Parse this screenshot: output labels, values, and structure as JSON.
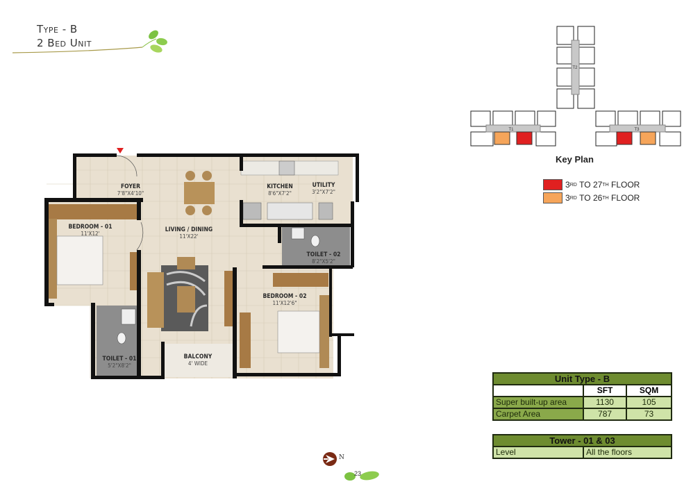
{
  "header": {
    "type_label": "Type - B",
    "unit_label": "2 Bed Unit"
  },
  "rooms": [
    {
      "name": "FOYER",
      "dim": "7'8\"X4'10\""
    },
    {
      "name": "KITCHEN",
      "dim": "8'6\"X7'2\""
    },
    {
      "name": "UTILITY",
      "dim": "3'2\"X7'2\""
    },
    {
      "name": "BEDROOM - 01",
      "dim": "11'X12'"
    },
    {
      "name": "LIVING / DINING",
      "dim": "11'X22'"
    },
    {
      "name": "TOILET - 02",
      "dim": "8'2\"X5'2\""
    },
    {
      "name": "BEDROOM - 02",
      "dim": "11'X12'6\""
    },
    {
      "name": "TOILET - 01",
      "dim": "5'2\"X8'2\""
    },
    {
      "name": "BALCONY",
      "dim": "4' WIDE"
    }
  ],
  "key_plan": {
    "title": "Key Plan",
    "towers": [
      "T1",
      "T2",
      "T3"
    ],
    "legend": [
      {
        "from": "3",
        "from_sup": "RD",
        "to": "27",
        "to_sup": "TH",
        "suffix": "FLOOR",
        "color": "#e02020"
      },
      {
        "from": "3",
        "from_sup": "RD",
        "to": "26",
        "to_sup": "TH",
        "suffix": "FLOOR",
        "color": "#f6a55a"
      }
    ]
  },
  "unit_table": {
    "title": "Unit Type - B",
    "columns": [
      "SFT",
      "SQM"
    ],
    "rows": [
      {
        "label": "Super built-up area",
        "sft": "1130",
        "sqm": "105"
      },
      {
        "label": "Carpet Area",
        "sft": "787",
        "sqm": "73"
      }
    ]
  },
  "tower_table": {
    "title": "Tower - 01 & 03",
    "label": "Level",
    "value": "All the floors"
  },
  "compass": {
    "label": "N",
    "icon": "north-arrow-icon"
  },
  "page_number": "23",
  "colors": {
    "header_green": "#6e8c30",
    "label_green": "#8aa94a",
    "value_green": "#cfe3a8",
    "wall": "#111111",
    "floor": "#e9e0d0",
    "furniture": "#b08a55"
  }
}
